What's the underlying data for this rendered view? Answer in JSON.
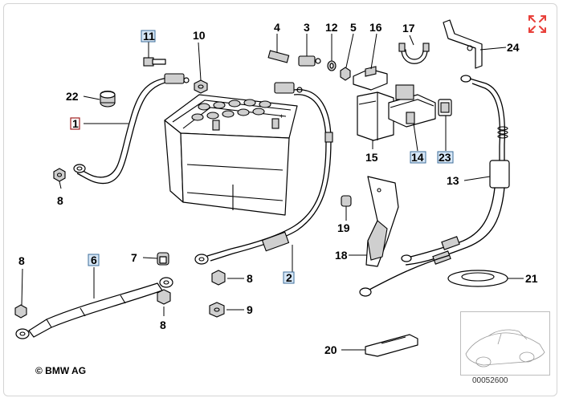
{
  "copyright": "© BMW AG",
  "diagram_id": "00052600",
  "callouts": [
    {
      "id": "c1",
      "label": "1",
      "boxed": "red"
    },
    {
      "id": "c2",
      "label": "2",
      "boxed": "blue"
    },
    {
      "id": "c3",
      "label": "3"
    },
    {
      "id": "c4",
      "label": "4"
    },
    {
      "id": "c5",
      "label": "5"
    },
    {
      "id": "c6",
      "label": "6",
      "boxed": "blue"
    },
    {
      "id": "c7",
      "label": "7"
    },
    {
      "id": "c8a",
      "label": "8"
    },
    {
      "id": "c8b",
      "label": "8"
    },
    {
      "id": "c8c",
      "label": "8"
    },
    {
      "id": "c8d",
      "label": "8"
    },
    {
      "id": "c9",
      "label": "9"
    },
    {
      "id": "c10",
      "label": "10"
    },
    {
      "id": "c11",
      "label": "11",
      "boxed": "blue"
    },
    {
      "id": "c12",
      "label": "12"
    },
    {
      "id": "c13",
      "label": "13"
    },
    {
      "id": "c14",
      "label": "14",
      "boxed": "blue"
    },
    {
      "id": "c15",
      "label": "15"
    },
    {
      "id": "c16",
      "label": "16"
    },
    {
      "id": "c17",
      "label": "17"
    },
    {
      "id": "c18",
      "label": "18"
    },
    {
      "id": "c19",
      "label": "19"
    },
    {
      "id": "c20",
      "label": "20"
    },
    {
      "id": "c21",
      "label": "21"
    },
    {
      "id": "c22",
      "label": "22"
    },
    {
      "id": "c23",
      "label": "23",
      "boxed": "blue"
    },
    {
      "id": "c24",
      "label": "24"
    }
  ],
  "icons": {
    "expand": "expand-arrows-icon",
    "thumbnail": "car-location-thumbnail"
  },
  "colors": {
    "accent_red": "#e8403a",
    "box_blue": "#d6e7f7",
    "box_red_border": "#a02020"
  }
}
